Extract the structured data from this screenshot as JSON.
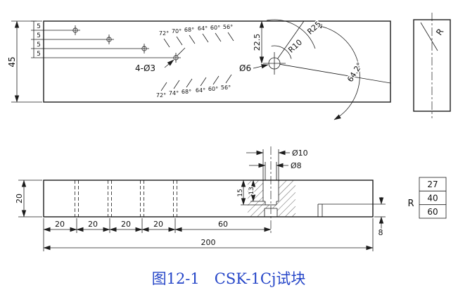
{
  "caption": {
    "text": "图12-1　CSK-1Cj试块",
    "color": "#2646C8"
  },
  "top_view": {
    "height_dim": "45",
    "hole_spacing_dims": [
      "5",
      "5",
      "5",
      "5"
    ],
    "side_holes_label": "4-Ø3",
    "angle_scale_top": [
      "72°",
      "70°",
      "68°",
      "64°",
      "60°",
      "56°"
    ],
    "angle_scale_bottom": [
      "72°",
      "74°",
      "68°",
      "64°",
      "60°",
      "56°"
    ],
    "depth_dim": "22.5",
    "center_hole_label": "Ø6",
    "arc_radius_outer": "R25",
    "arc_radius_inner": "R10",
    "angle_dim": "64.2°",
    "end_view_radius_label": "R"
  },
  "front_view": {
    "height_dim": "20",
    "slot_spacing_dims": [
      "20",
      "20",
      "20",
      "20"
    ],
    "hole_offset_dim": "60",
    "length_dim": "200",
    "counterbore_label": "Ø10",
    "hole_label": "Ø8",
    "hole_depth_dim": "15",
    "counterbore_depth_dim": "13",
    "step_depth_dim": "8",
    "radius_table": {
      "label": "R",
      "values": [
        "27",
        "40",
        "60"
      ]
    }
  }
}
